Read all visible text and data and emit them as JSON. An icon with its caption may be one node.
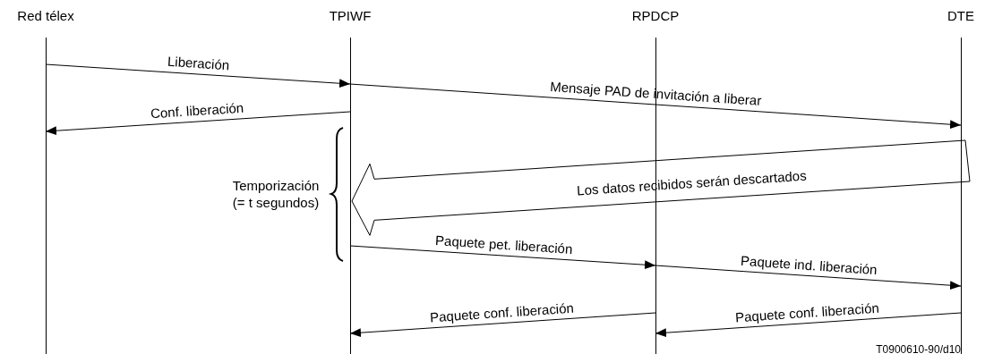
{
  "diagram": {
    "nodes": [
      {
        "text": [
          "Red télex"
        ]
      },
      {
        "text": [
          "TPIWF"
        ]
      },
      {
        "text": [
          "RPDCP"
        ]
      },
      {
        "text": [
          "DTE"
        ]
      }
    ],
    "edges": [
      {
        "from": 0,
        "to": 1,
        "arrow": "to",
        "label": "Liberación"
      },
      {
        "from": 1,
        "to": 3,
        "arrow": "to",
        "label": "Mensaje PAD de invitación a liberar"
      },
      {
        "from": 1,
        "to": 0,
        "arrow": "to",
        "label": "Conf. liberación"
      },
      {
        "from": 3,
        "to": 1,
        "arrow": "to",
        "label": "Los datos recibidos serán descartados",
        "style": "thick"
      },
      {
        "from": 1,
        "to": 2,
        "arrow": "to",
        "label": "Paquete pet. liberación"
      },
      {
        "from": 2,
        "to": 3,
        "arrow": "to",
        "label": "Paquete ind. liberación"
      },
      {
        "from": 2,
        "to": 1,
        "arrow": "to",
        "label": "Paquete conf. liberación"
      },
      {
        "from": 3,
        "to": 2,
        "arrow": "to",
        "label": "Paquete conf. liberación"
      }
    ],
    "labels": [
      "Temporización (= t segundos)",
      "T0900610-90/d10"
    ]
  }
}
